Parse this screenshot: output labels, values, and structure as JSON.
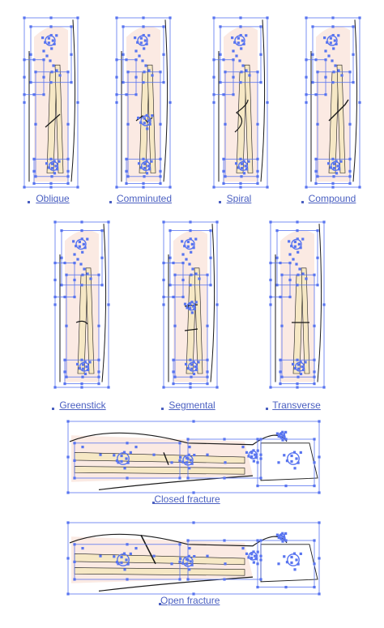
{
  "canvas": {
    "selection_color": "#5874f0",
    "skin_color": "#fbeae3",
    "bone_color": "#f6e8c5",
    "outline_color": "#1a1a1a"
  },
  "illustrations": {
    "oblique": {
      "label": "Oblique"
    },
    "comminuted": {
      "label": "Comminuted"
    },
    "spiral": {
      "label": "Spiral"
    },
    "compound": {
      "label": "Compound"
    },
    "greenstick": {
      "label": "Greenstick"
    },
    "segmental": {
      "label": "Segmental"
    },
    "transverse": {
      "label": "Transverse"
    },
    "closed": {
      "label": "Closed fracture"
    },
    "open": {
      "label": "Open fracture"
    }
  },
  "icons": {
    "anchor": "anchor-point-icon",
    "handle": "selection-handle-icon"
  }
}
